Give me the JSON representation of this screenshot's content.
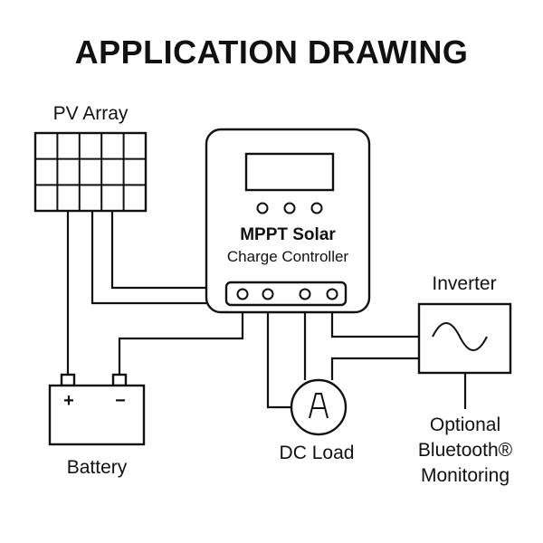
{
  "title": "APPLICATION DRAWING",
  "pv_array": {
    "label": "PV Array",
    "columns": 5,
    "rows": 3
  },
  "controller": {
    "line1": "MPPT Solar",
    "line2": "Charge Controller",
    "buttons": 3,
    "terminals": 4
  },
  "inverter": {
    "label": "Inverter"
  },
  "battery": {
    "label": "Battery",
    "plus": "+",
    "minus": "−"
  },
  "dc_load": {
    "label": "DC Load",
    "meter_symbol": "A"
  },
  "monitoring": {
    "line1": "Optional",
    "line2": "Bluetooth®",
    "line3": "Monitoring"
  }
}
